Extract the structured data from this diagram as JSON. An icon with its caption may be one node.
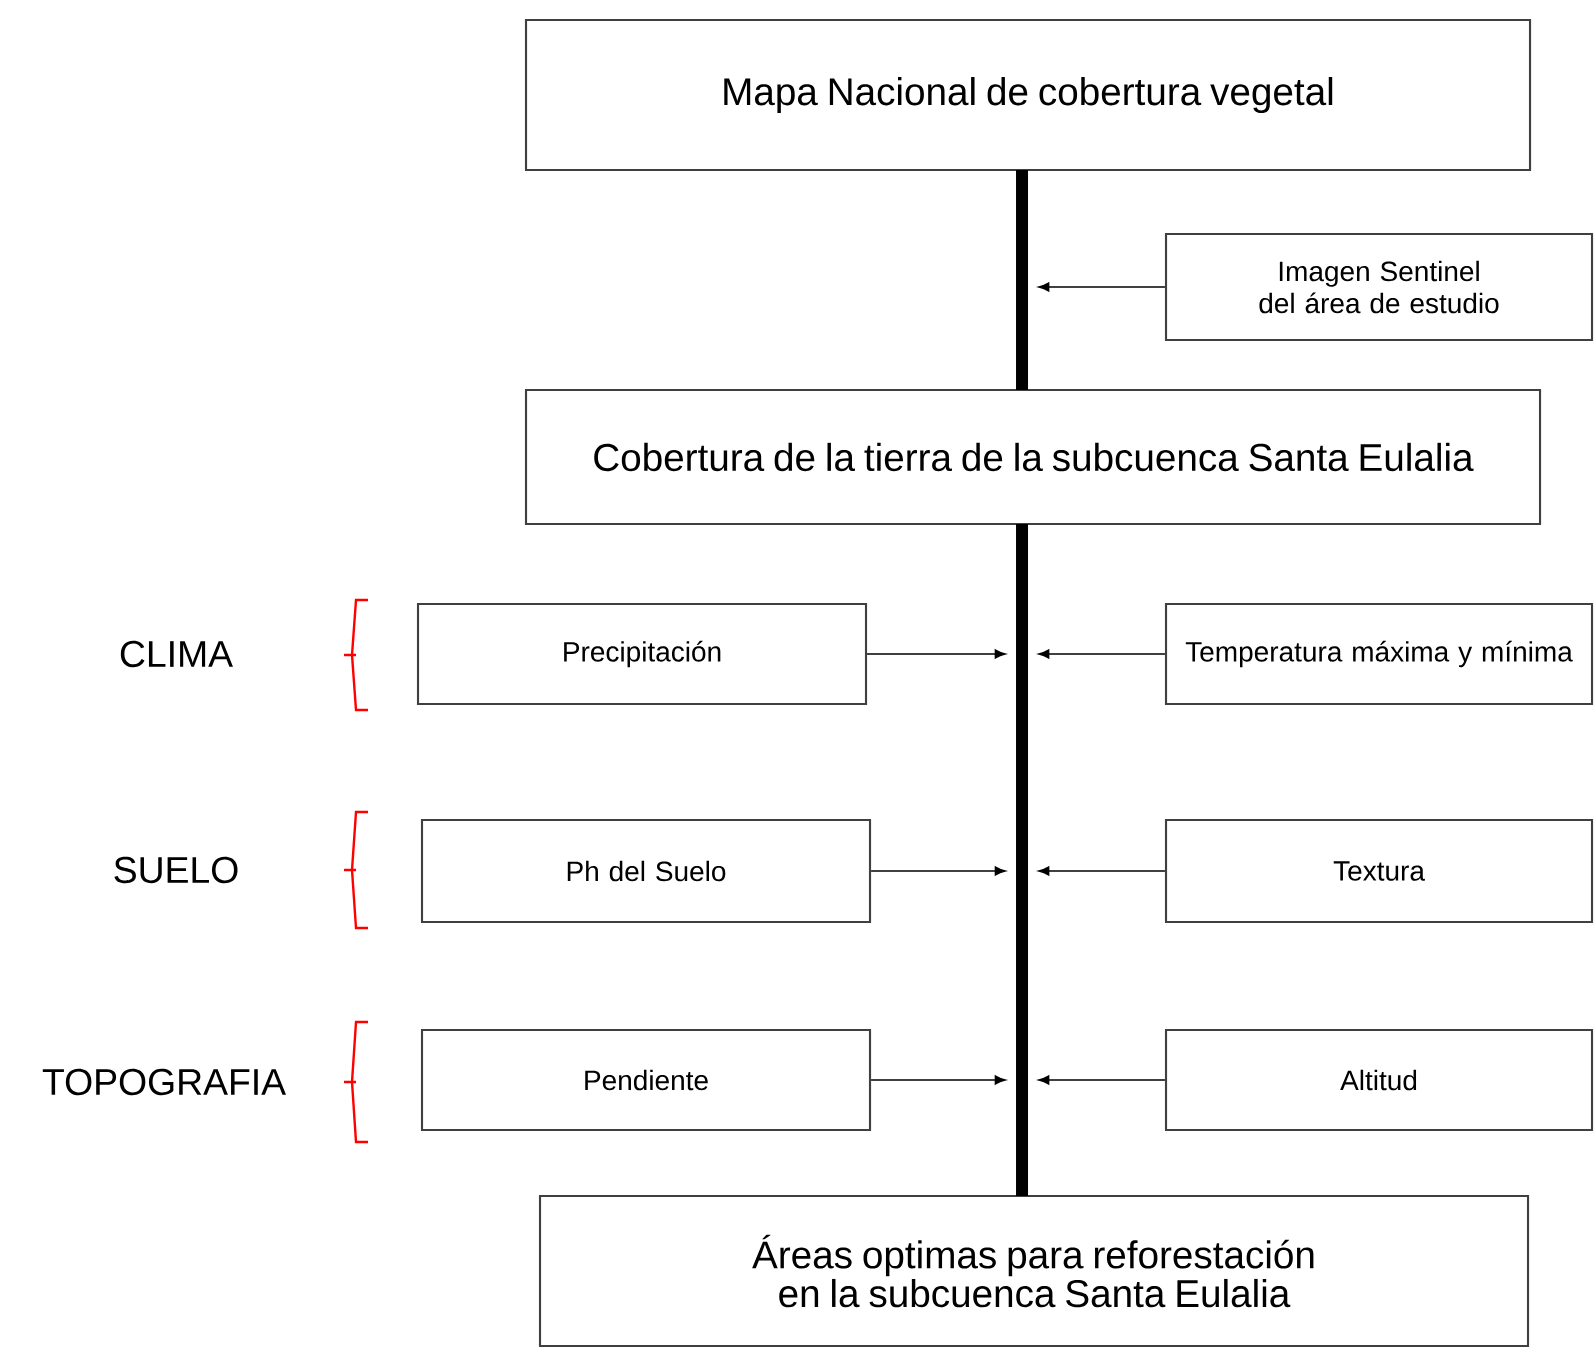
{
  "diagram": {
    "nodes": [
      {
        "text": [
          "Mapa Nacional de cobertura vegetal"
        ]
      },
      {
        "text": [
          "Imagen Sentinel del área de estudio"
        ]
      },
      {
        "text": [
          "Cobertura de la tierra de la subcuenca Santa Eulalia"
        ]
      },
      {
        "text": [
          "Precipitación"
        ]
      },
      {
        "text": [
          "Temperatura  máxima y mínima"
        ]
      },
      {
        "text": [
          "Ph del Suelo"
        ]
      },
      {
        "text": [
          "Textura"
        ]
      },
      {
        "text": [
          "Pendiente"
        ]
      },
      {
        "text": [
          "Altitud"
        ]
      },
      {
        "text": [
          "Áreas optimas para reforestación en la subcuenca Santa Eulalia"
        ]
      }
    ],
    "edges": [
      {
        "from": 0,
        "to": 2,
        "arrow": "none",
        "style": "thick"
      },
      {
        "from": 2,
        "to": 9,
        "arrow": "none",
        "style": "thick"
      },
      {
        "from": 1,
        "to": null,
        "arrow": "to"
      },
      {
        "from": 3,
        "to": null,
        "arrow": "to"
      },
      {
        "from": 4,
        "to": null,
        "arrow": "to"
      },
      {
        "from": 5,
        "to": null,
        "arrow": "to"
      },
      {
        "from": 6,
        "to": null,
        "arrow": "to"
      },
      {
        "from": 7,
        "to": null,
        "arrow": "to"
      },
      {
        "from": 8,
        "to": null,
        "arrow": "to"
      }
    ],
    "labels": [
      "CLIMA",
      "SUELO",
      "TOPOGRAFIA"
    ]
  }
}
